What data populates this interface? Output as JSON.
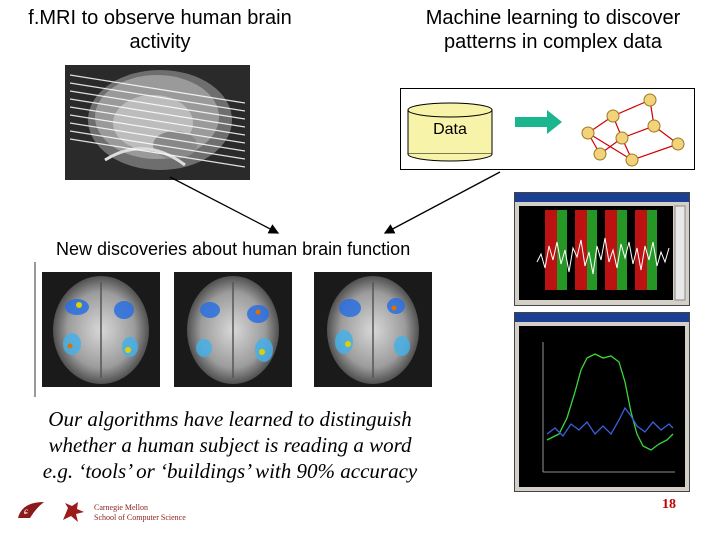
{
  "slide": {
    "left_heading": [
      "f.MRI to observe human brain",
      "activity"
    ],
    "right_heading": [
      "Machine learning to discover",
      "patterns in complex data"
    ],
    "data_label": "Data",
    "discoveries_caption": "New discoveries about human brain function",
    "claim": [
      "Our algorithms have learned to distinguish",
      "whether a human subject is reading a word",
      "e.g. ‘tools’ or ‘buildings’ with 90% accuracy"
    ],
    "footer_org": [
      "Carnegie Mellon",
      "School of Computer Science"
    ],
    "page_number": "18"
  },
  "colors": {
    "data_box_fill": "#f7f3a8",
    "arrow_green": "#1bb58e",
    "node_fill": "#f2d27a",
    "edge_red": "#d00000",
    "page_number_red": "#c00000",
    "window_title_blue": "#1c3f94"
  },
  "icons": [
    "cmu-logo-icon",
    "griffin-crest-icon"
  ]
}
